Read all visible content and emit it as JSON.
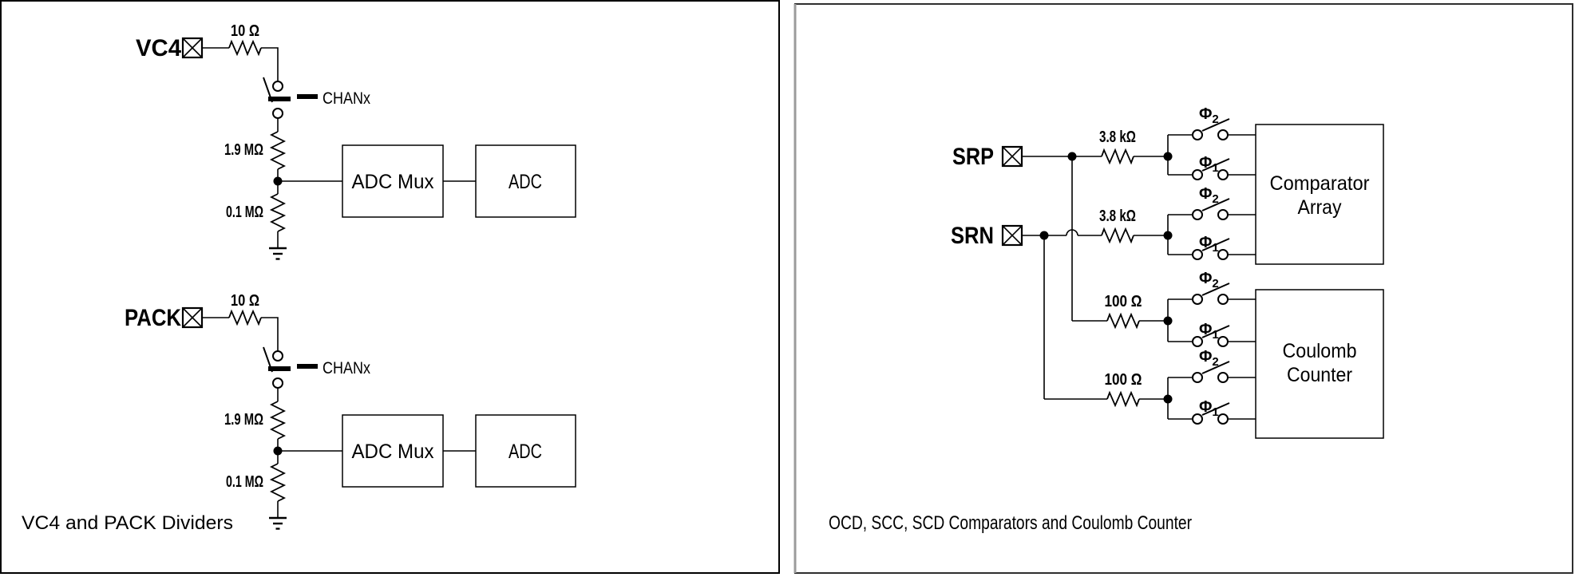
{
  "left_panel": {
    "caption": "VC4 and PACK Dividers",
    "vc4": {
      "terminal": "VC4",
      "series_resistor": "10 Ω",
      "switch": "CHANx",
      "upper_resistor": "1.9 MΩ",
      "lower_resistor": "0.1 MΩ",
      "mux": "ADC Mux",
      "adc": "ADC"
    },
    "pack": {
      "terminal": "PACK",
      "series_resistor": "10 Ω",
      "switch": "CHANx",
      "upper_resistor": "1.9 MΩ",
      "lower_resistor": "0.1 MΩ",
      "mux": "ADC Mux",
      "adc": "ADC"
    }
  },
  "right_panel": {
    "caption": "OCD, SCC, SCD Comparators and Coulomb Counter",
    "srp": {
      "terminal": "SRP",
      "filter_resistor": "3.8 kΩ",
      "sense_resistor": "100 Ω"
    },
    "srn": {
      "terminal": "SRN",
      "filter_resistor": "3.8 kΩ",
      "sense_resistor": "100 Ω"
    },
    "phases": {
      "phi2": {
        "base": "Φ",
        "sub": "2"
      },
      "phi1": {
        "base": "Φ",
        "sub": "1"
      }
    },
    "comparator_block": {
      "line1": "Comparator",
      "line2": "Array"
    },
    "coulomb_block": {
      "line1": "Coulomb",
      "line2": "Counter"
    }
  },
  "colors": {
    "background": "#ffffff",
    "line": "#000000",
    "left_panel_border": "#000000",
    "right_panel_border": "#2e2e2e"
  }
}
